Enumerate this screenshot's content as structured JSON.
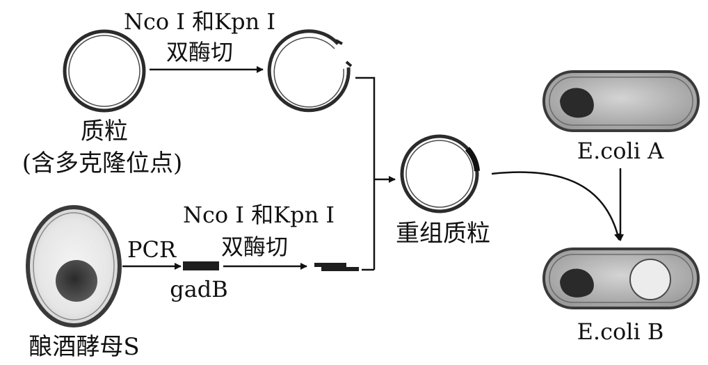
{
  "plasmid": {
    "label": "质粒",
    "note": "(含多克隆位点)"
  },
  "yeast": {
    "label": "酿酒酵母S"
  },
  "pcr": {
    "label": "PCR",
    "product_label": "gadB"
  },
  "digest_top": {
    "enzymes": "Nco I 和Kpn I",
    "action": "双酶切"
  },
  "digest_bottom": {
    "enzymes": "Nco I 和Kpn I",
    "action": "双酶切"
  },
  "recombinant": {
    "label": "重组质粒"
  },
  "ecoli_a": {
    "label": "E.coli A"
  },
  "ecoli_b": {
    "label": "E.coli B"
  },
  "colors": {
    "ink": "#111111",
    "ring": "#2a2a2a",
    "cell_fill": "#bdbdbd"
  }
}
